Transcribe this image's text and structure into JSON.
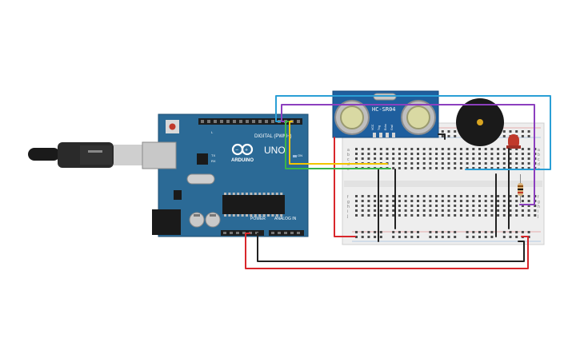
{
  "arduino": {
    "brand": "ARDUINO",
    "model": "UNO",
    "logo": "arduino-infinity-logo",
    "digital_label": "DIGITAL (PWM~)",
    "power_label": "POWER",
    "analog_label": "ANALOG IN",
    "on_label": "ON",
    "tx_label": "TX",
    "rx_label": "RX",
    "l_label": "L",
    "board_color": "#2b6a96"
  },
  "sensor": {
    "label": "HC-SR04",
    "pin_labels": [
      "VCC",
      "Trig",
      "Echo",
      "Gnd"
    ],
    "board_color": "#1f5f9e"
  },
  "buzzer": {
    "name": "piezo-buzzer",
    "color": "#1a1a1a"
  },
  "led": {
    "name": "red-led",
    "color": "#c0392b"
  },
  "resistor": {
    "name": "resistor"
  },
  "breadboard": {
    "row_letters_top": [
      "a",
      "b",
      "c",
      "d",
      "e"
    ],
    "row_letters_bottom": [
      "f",
      "g",
      "h",
      "i",
      "j"
    ]
  },
  "wire_colors": {
    "power_red": "#d9262b",
    "ground_black": "#222222",
    "signal_blue": "#2a9fd6",
    "signal_purple": "#8c3fbf",
    "signal_yellow": "#f2c500",
    "signal_green": "#39b54a"
  }
}
